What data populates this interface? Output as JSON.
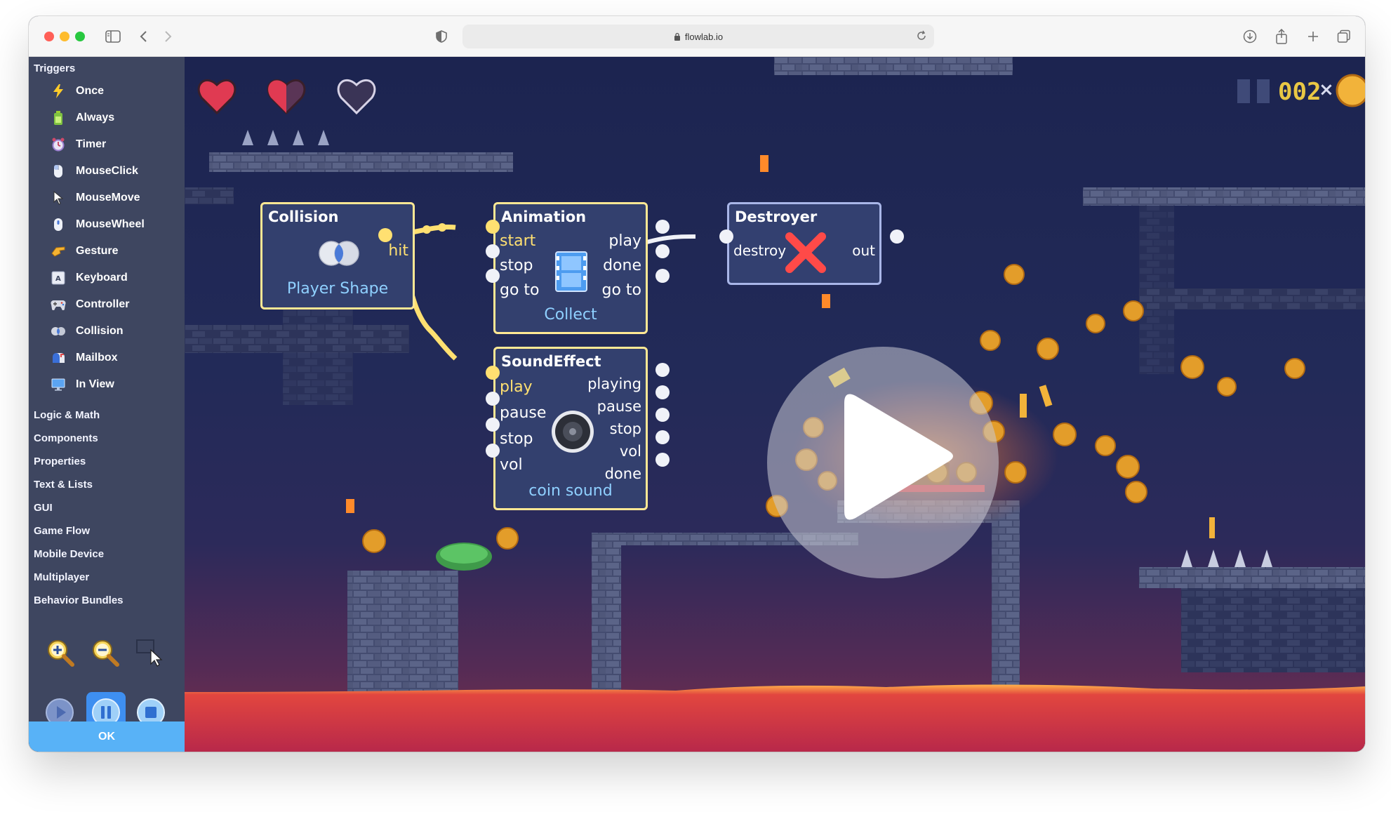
{
  "browser": {
    "url": "flowlab.io"
  },
  "sidebar": {
    "triggers_header": "Triggers",
    "triggers": [
      {
        "label": "Once",
        "icon": "lightning-icon"
      },
      {
        "label": "Always",
        "icon": "battery-icon"
      },
      {
        "label": "Timer",
        "icon": "alarm-clock-icon"
      },
      {
        "label": "MouseClick",
        "icon": "mouse-icon"
      },
      {
        "label": "MouseMove",
        "icon": "cursor-icon"
      },
      {
        "label": "MouseWheel",
        "icon": "mouse-wheel-icon"
      },
      {
        "label": "Gesture",
        "icon": "hand-gesture-icon"
      },
      {
        "label": "Keyboard",
        "icon": "keyboard-key-icon"
      },
      {
        "label": "Controller",
        "icon": "gamepad-icon"
      },
      {
        "label": "Collision",
        "icon": "collision-icon"
      },
      {
        "label": "Mailbox",
        "icon": "mailbox-icon"
      },
      {
        "label": "In View",
        "icon": "monitor-icon"
      }
    ],
    "categories": [
      "Logic & Math",
      "Components",
      "Properties",
      "Text & Lists",
      "GUI",
      "Game Flow",
      "Mobile Device",
      "Multiplayer",
      "Behavior Bundles"
    ],
    "ok_label": "OK"
  },
  "nodes": {
    "collision": {
      "title": "Collision",
      "output": "hit",
      "subtitle": "Player Shape"
    },
    "animation": {
      "title": "Animation",
      "inputs": [
        "start",
        "stop",
        "go to"
      ],
      "outputs": [
        "play",
        "done",
        "go to"
      ],
      "subtitle": "Collect"
    },
    "destroyer": {
      "title": "Destroyer",
      "input": "destroy",
      "output": "out"
    },
    "sound": {
      "title": "SoundEffect",
      "inputs": [
        "play",
        "pause",
        "stop",
        "vol"
      ],
      "outputs": [
        "playing",
        "pause",
        "stop",
        "vol",
        "done"
      ],
      "subtitle": "coin sound"
    }
  },
  "hud": {
    "coin_count": "002",
    "multiplier": "×"
  },
  "colors": {
    "node_border": "#ffe894",
    "wire": "#ffe071",
    "sidebar_bg": "#3e4660",
    "ok_button": "#58b2f7"
  }
}
